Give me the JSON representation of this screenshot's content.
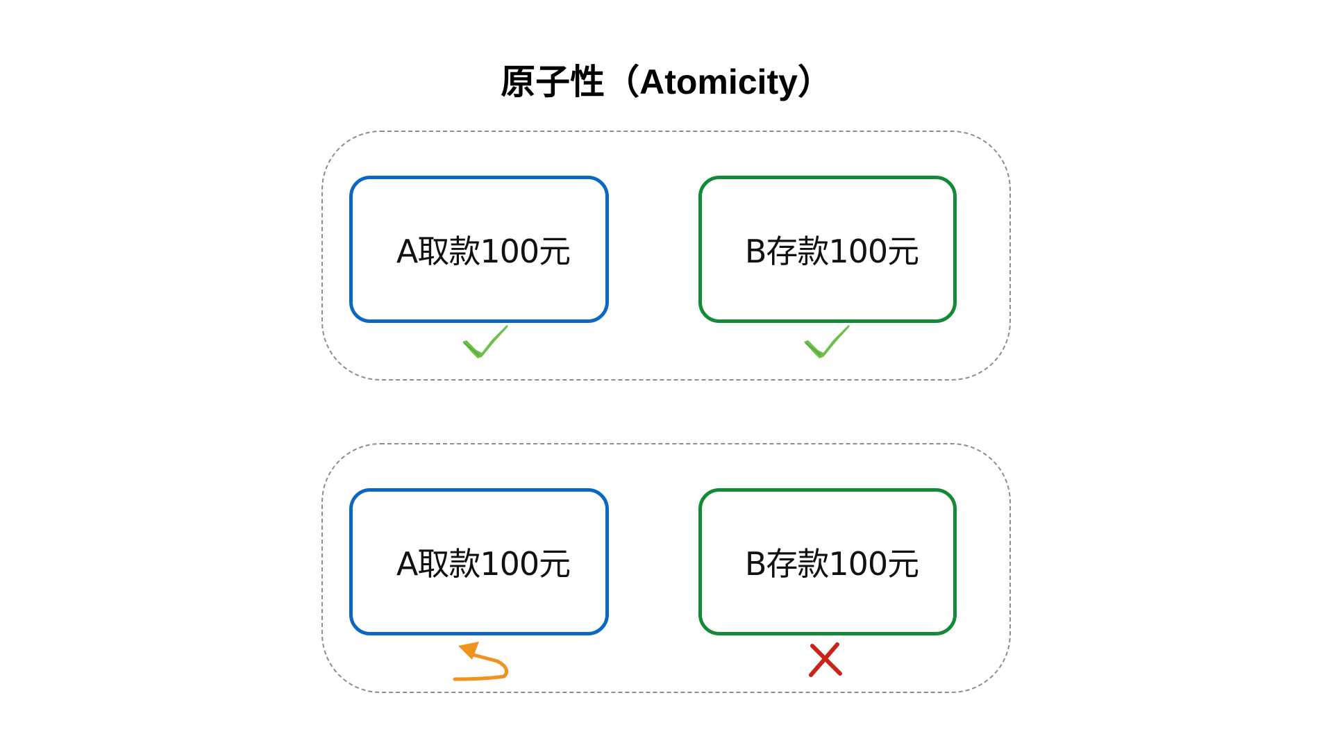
{
  "title": "原子性（Atomicity）",
  "colors": {
    "blue": "#0B67C2",
    "green": "#138A36",
    "check": "#6CC14A",
    "rollback": "#F0921E",
    "fail": "#C9241A",
    "dash": "#8C8C90"
  },
  "groups": [
    {
      "name": "success-scenario",
      "steps": [
        {
          "label": "A取款100元",
          "status": "check-icon"
        },
        {
          "label": "B存款100元",
          "status": "check-icon"
        }
      ]
    },
    {
      "name": "failure-scenario",
      "steps": [
        {
          "label": "A取款100元",
          "status": "rollback-arrow-icon"
        },
        {
          "label": "B存款100元",
          "status": "cross-icon"
        }
      ]
    }
  ]
}
